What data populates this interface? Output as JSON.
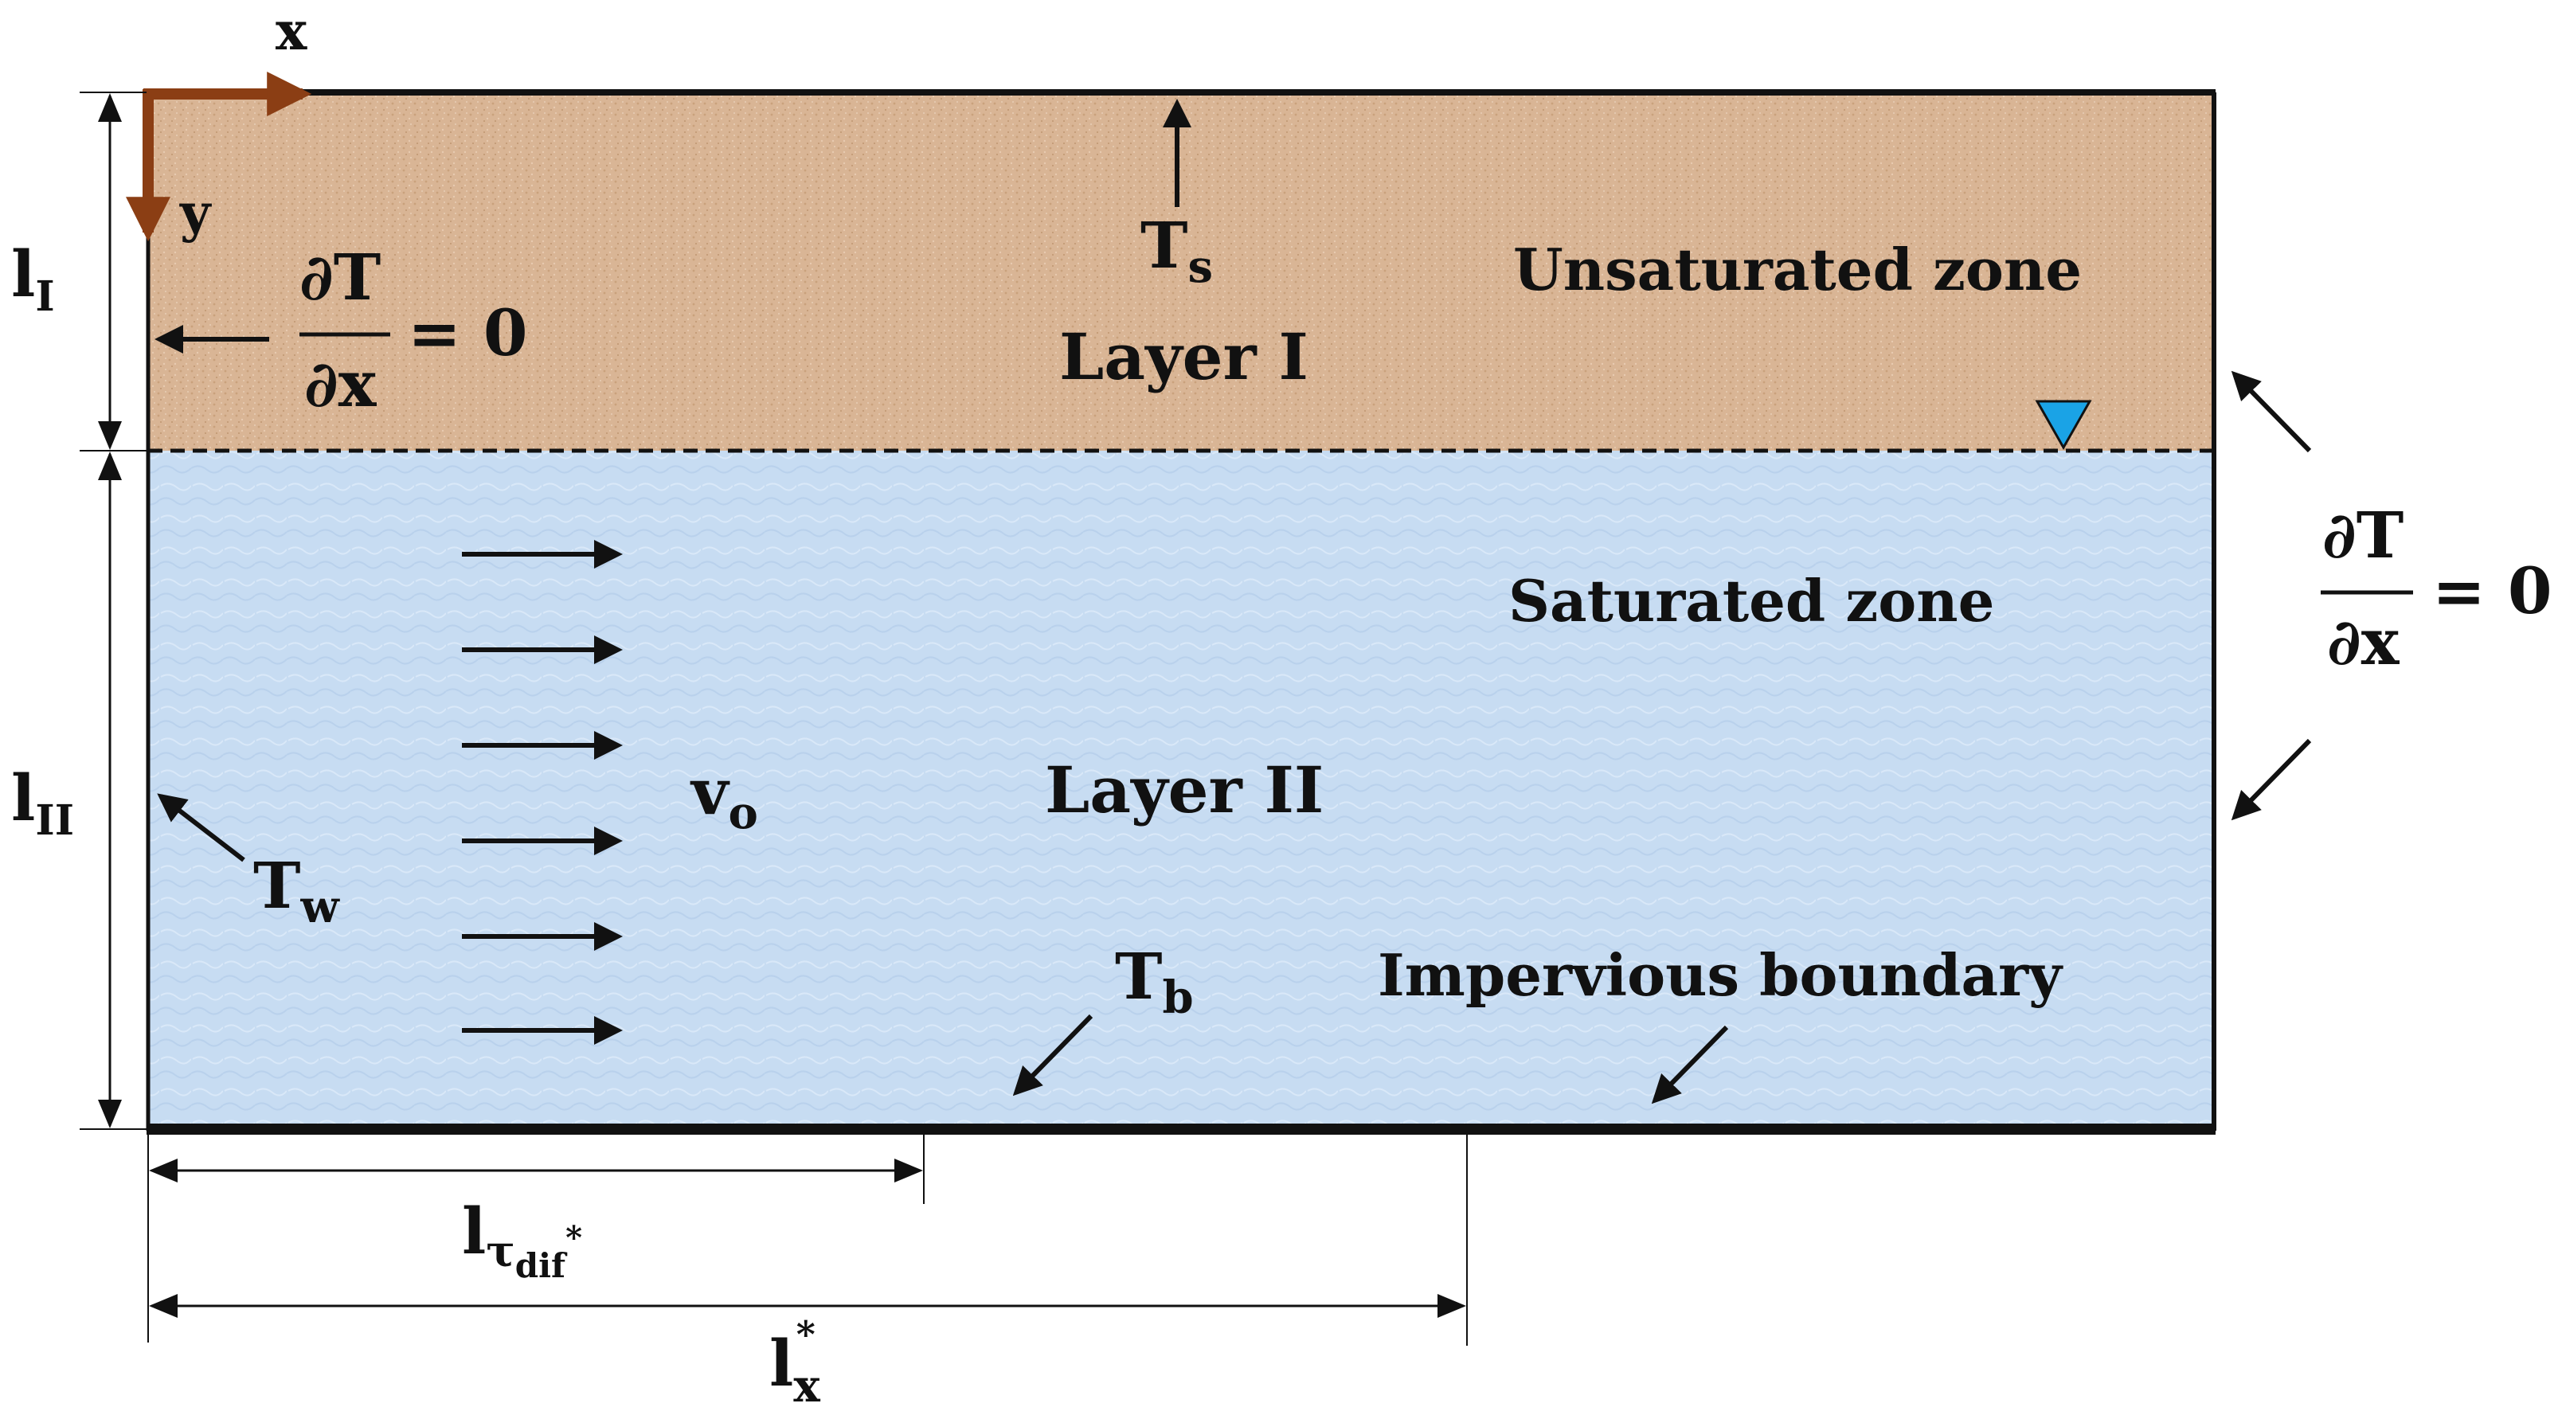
{
  "axes": {
    "x_label": "x",
    "y_label": "y"
  },
  "layers": {
    "layer1": {
      "name": "Layer I",
      "zone": "Unsaturated zone",
      "surface_temperature": "T",
      "surface_temperature_sub": "s"
    },
    "layer2": {
      "name": "Layer II",
      "zone": "Saturated zone",
      "velocity": "v",
      "velocity_sub": "o"
    }
  },
  "thickness": {
    "l1": {
      "base": "l",
      "sub": "I"
    },
    "l2": {
      "base": "l",
      "sub": "II"
    }
  },
  "boundary": {
    "left_bc": {
      "numerator": "∂T",
      "denominator": "∂x",
      "rhs": "= 0"
    },
    "right_bc": {
      "numerator": "∂T",
      "denominator": "∂x",
      "rhs": "= 0"
    },
    "wall_temperature": {
      "base": "T",
      "sub": "w"
    },
    "bottom_temperature": {
      "base": "T",
      "sub": "b"
    },
    "impervious": "Impervious boundary"
  },
  "dimensions": {
    "l_tau": {
      "base": "l",
      "sub": "τ",
      "subsub": "dif",
      "sup": "*"
    },
    "l_x": {
      "base": "l",
      "sub": "x",
      "sup": "*"
    }
  },
  "colors": {
    "layer1_fill": "#d9b595",
    "layer2_fill": "#c7dcf2",
    "axis_arrow": "#8b3e14",
    "water_table_marker": "#1aa3e6",
    "lines": "#111111"
  }
}
